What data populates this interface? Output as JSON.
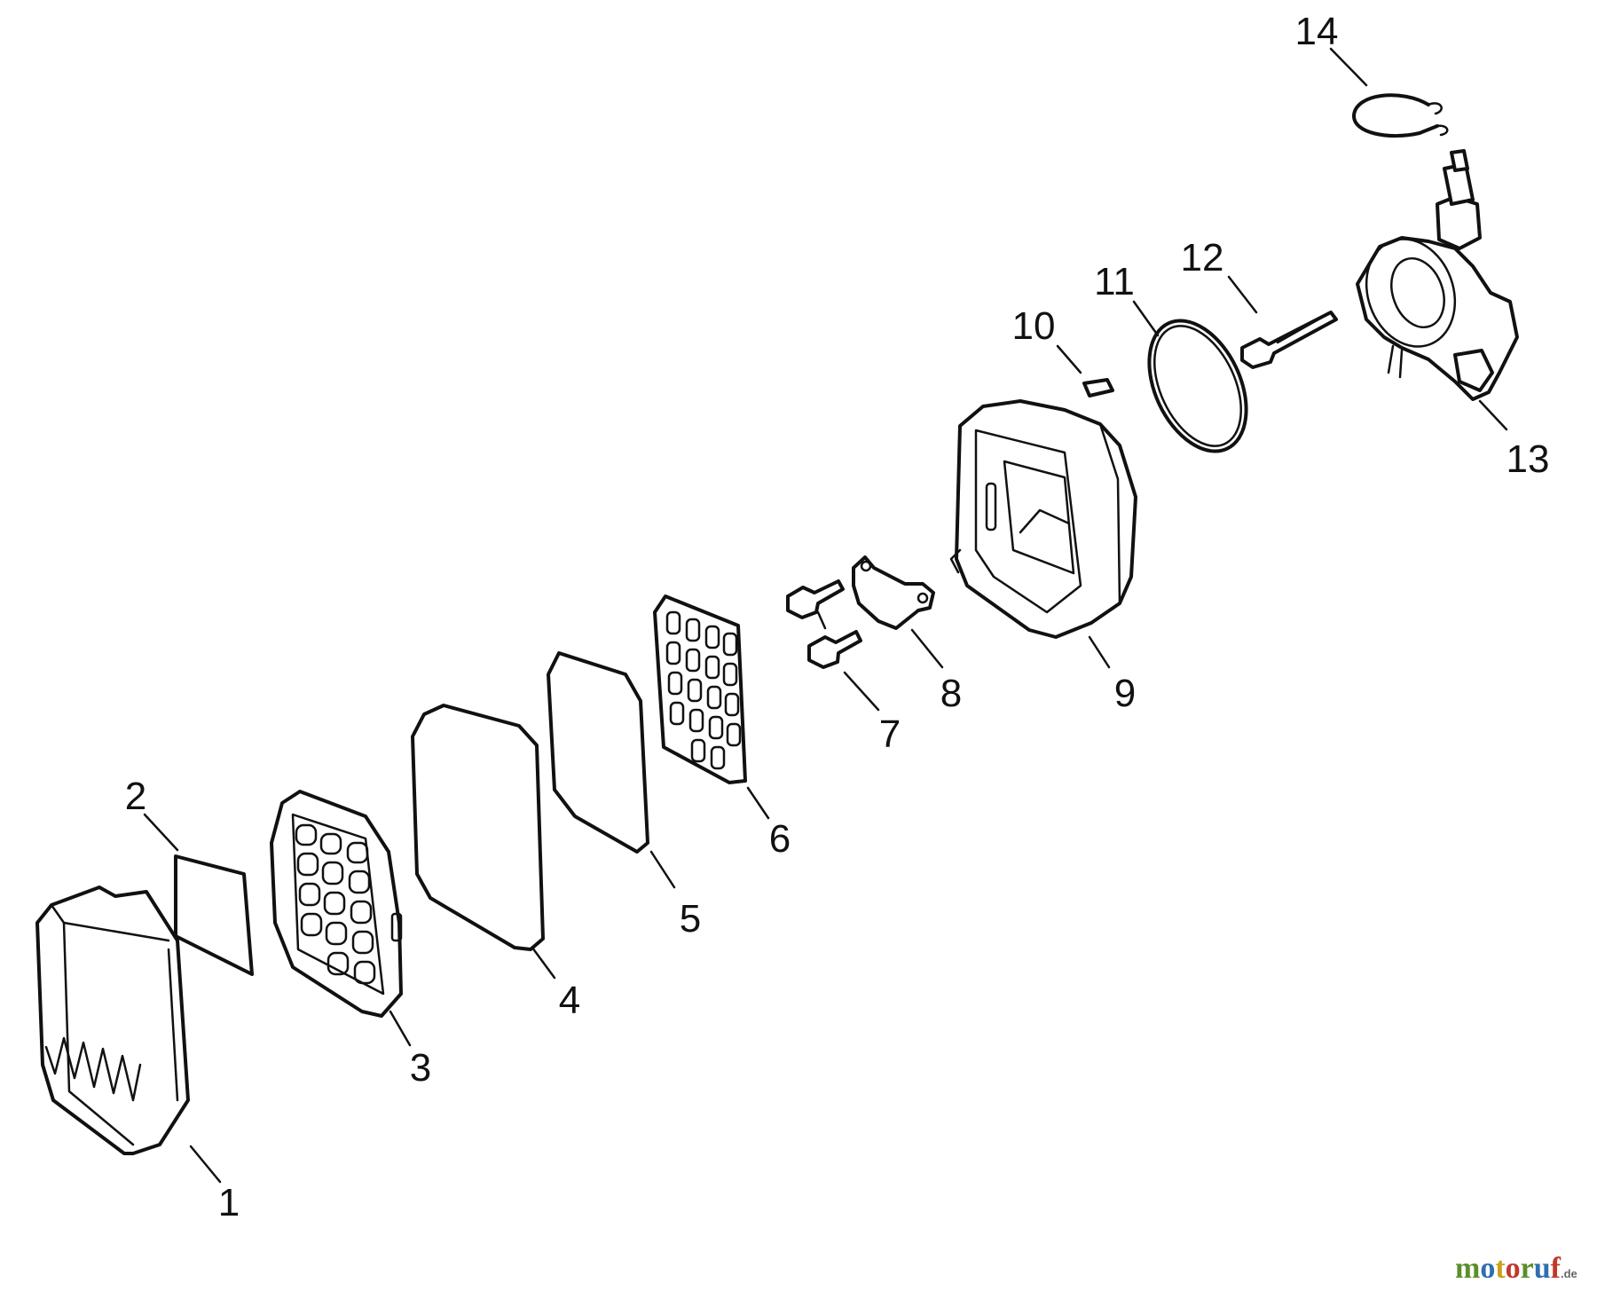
{
  "callouts": [
    {
      "id": "1",
      "label": "1"
    },
    {
      "id": "2",
      "label": "2"
    },
    {
      "id": "3",
      "label": "3"
    },
    {
      "id": "4",
      "label": "4"
    },
    {
      "id": "5",
      "label": "5"
    },
    {
      "id": "6",
      "label": "6"
    },
    {
      "id": "7",
      "label": "7"
    },
    {
      "id": "8",
      "label": "8"
    },
    {
      "id": "9",
      "label": "9"
    },
    {
      "id": "10",
      "label": "10"
    },
    {
      "id": "11",
      "label": "11"
    },
    {
      "id": "12",
      "label": "12"
    },
    {
      "id": "13",
      "label": "13"
    },
    {
      "id": "14",
      "label": "14"
    }
  ],
  "watermark": {
    "parts": [
      {
        "text": "m",
        "color": "#5b8f2a"
      },
      {
        "text": "o",
        "color": "#2f6fb0"
      },
      {
        "text": "t",
        "color": "#c9a21a"
      },
      {
        "text": "o",
        "color": "#c0392b"
      },
      {
        "text": "r",
        "color": "#5b8f2a"
      },
      {
        "text": "u",
        "color": "#2f6fb0"
      },
      {
        "text": "f",
        "color": "#c0392b"
      }
    ],
    "tld": ".de"
  },
  "colors": {
    "ink": "#111111",
    "background": "#ffffff"
  }
}
